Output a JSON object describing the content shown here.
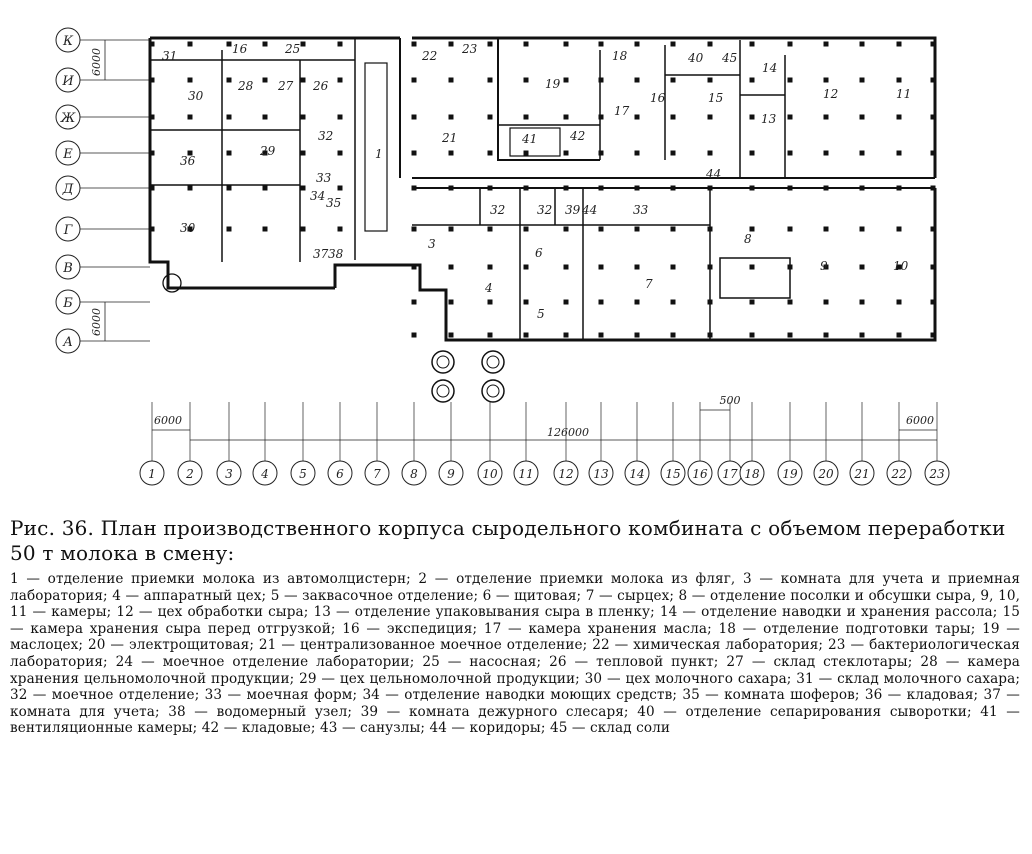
{
  "figure": {
    "caption": "Рис. 36. План производственного корпуса сыродельного комбината с объемом переработки 50 т молока в смену:",
    "legend": "1 — отделение приемки молока из автомолцистерн; 2 — отделение приемки молока из фляг, 3 — комната для учета и приемная лаборатория; 4 — аппаратный цех; 5 — заквасочное отделение; 6 — щитовая; 7 — сырцех; 8 — отделение посолки и обсушки сыра, 9, 10, 11 — камеры; 12 — цех обработки сыра; 13 — отделение упаковывания сыра в пленку; 14 — отделение наводки и хранения рассола; 15 — камера хранения сыра перед отгрузкой; 16 — экспедиция; 17 — камера хранения масла; 18 — отделение подготовки тары; 19 — маслоцех; 20 — электрощитовая; 21 — централизованное моечное отделение; 22 — химическая лаборатория; 23 — бактериологическая лаборатория; 24 — моечное отделение лаборатории; 25 — насосная; 26 — тепловой пункт; 27 — склад стеклотары; 28 — камера хранения цельномолочной продукции; 29 — цех цельномолочной продукции; 30 — цех молочного сахара; 31 — склад молочного сахара; 32 — моечное отделение; 33 — моечная форм; 34 — отделение наводки моющих средств; 35 — комната шоферов; 36 — кладовая; 37 — комната для учета; 38 — водомерный узел; 39 — комната дежурного слесаря; 40 — отделение сепарирования сыворотки; 41 — вентиляционные камеры; 42 — кладовые; 43 — санузлы; 44 — коридоры; 45 — склад соли"
  },
  "plan": {
    "row_axes": [
      "К",
      "И",
      "Ж",
      "Е",
      "Д",
      "Г",
      "В",
      "Б",
      "А"
    ],
    "column_axes": [
      "1",
      "2",
      "3",
      "4",
      "5",
      "6",
      "7",
      "8",
      "9",
      "10",
      "11",
      "12",
      "13",
      "14",
      "15",
      "16",
      "17",
      "18",
      "19",
      "20",
      "21",
      "22",
      "23"
    ],
    "dimensions": {
      "left_span": "6000",
      "left_bottom": "6000",
      "bottom_left": "6000",
      "total": "126000",
      "offset": "500",
      "bottom_right": "6000"
    },
    "room_labels": [
      "31",
      "16",
      "25",
      "26",
      "27",
      "28",
      "30",
      "36",
      "29",
      "32",
      "33",
      "34",
      "35",
      "37",
      "38",
      "30",
      "1",
      "3",
      "21",
      "22",
      "23",
      "41",
      "42",
      "19",
      "18",
      "17",
      "16",
      "40",
      "45",
      "14",
      "12",
      "11",
      "13",
      "15",
      "32",
      "32",
      "39",
      "44",
      "33",
      "6",
      "4",
      "5",
      "7",
      "8",
      "9",
      "10",
      "44"
    ]
  }
}
